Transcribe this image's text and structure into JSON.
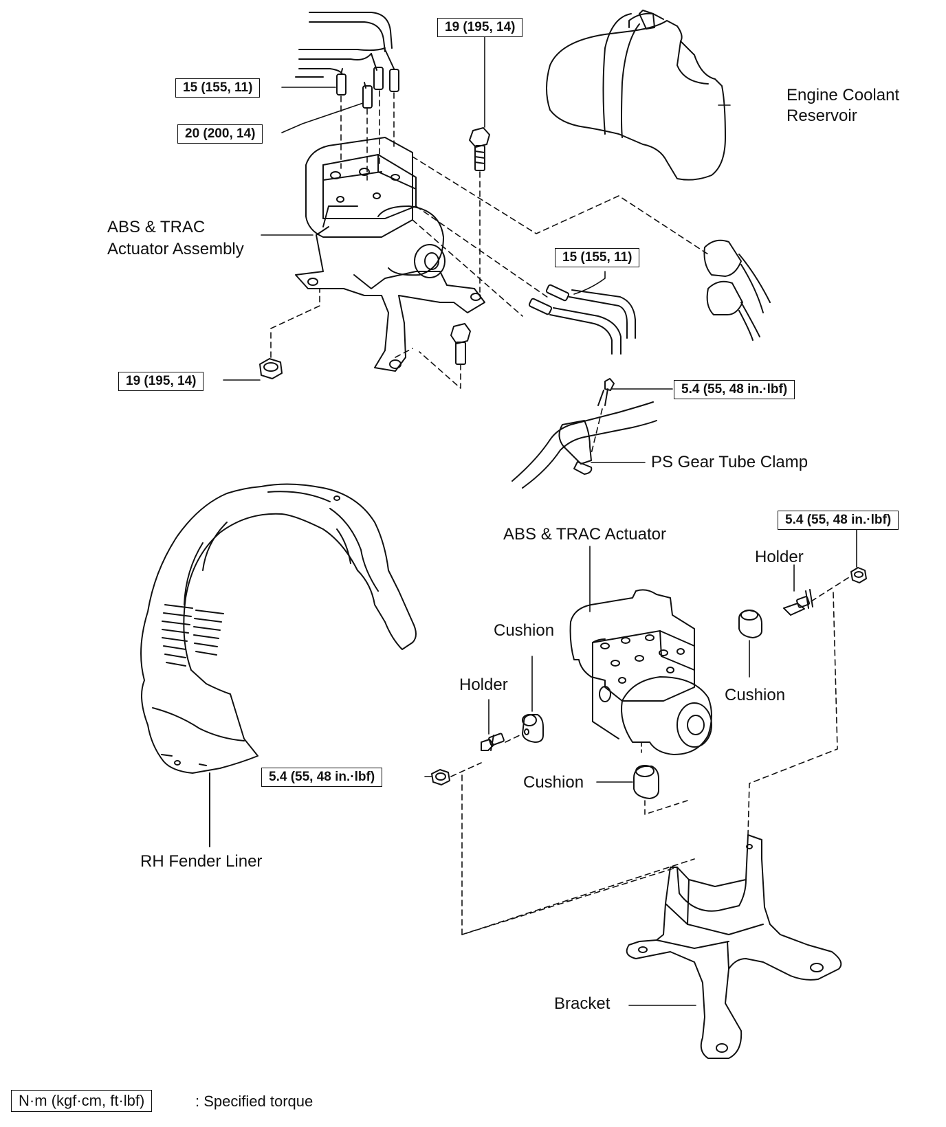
{
  "torque_labels": {
    "t1": "19 (195, 14)",
    "t2": "15 (155, 11)",
    "t3": "20 (200, 14)",
    "t4": "15 (155, 11)",
    "t5": "19 (195, 14)",
    "t6": "5.4 (55, 48 in.·lbf)",
    "t7": "5.4 (55, 48 in.·lbf)",
    "t8": "5.4 (55, 48 in.·lbf)"
  },
  "part_labels": {
    "engine_coolant_reservoir_l1": "Engine Coolant",
    "engine_coolant_reservoir_l2": "Reservoir",
    "abs_trac_actuator_assembly_l1": "ABS & TRAC",
    "abs_trac_actuator_assembly_l2": "Actuator Assembly",
    "ps_gear_tube_clamp": "PS Gear Tube Clamp",
    "abs_trac_actuator": "ABS & TRAC Actuator",
    "holder_right": "Holder",
    "cushion_top": "Cushion",
    "cushion_right": "Cushion",
    "holder_left": "Holder",
    "cushion_bottom": "Cushion",
    "rh_fender_liner": "RH Fender Liner",
    "bracket": "Bracket"
  },
  "legend": {
    "unit": "N·m (kgf·cm, ft·lbf)",
    "meaning": ": Specified torque"
  }
}
